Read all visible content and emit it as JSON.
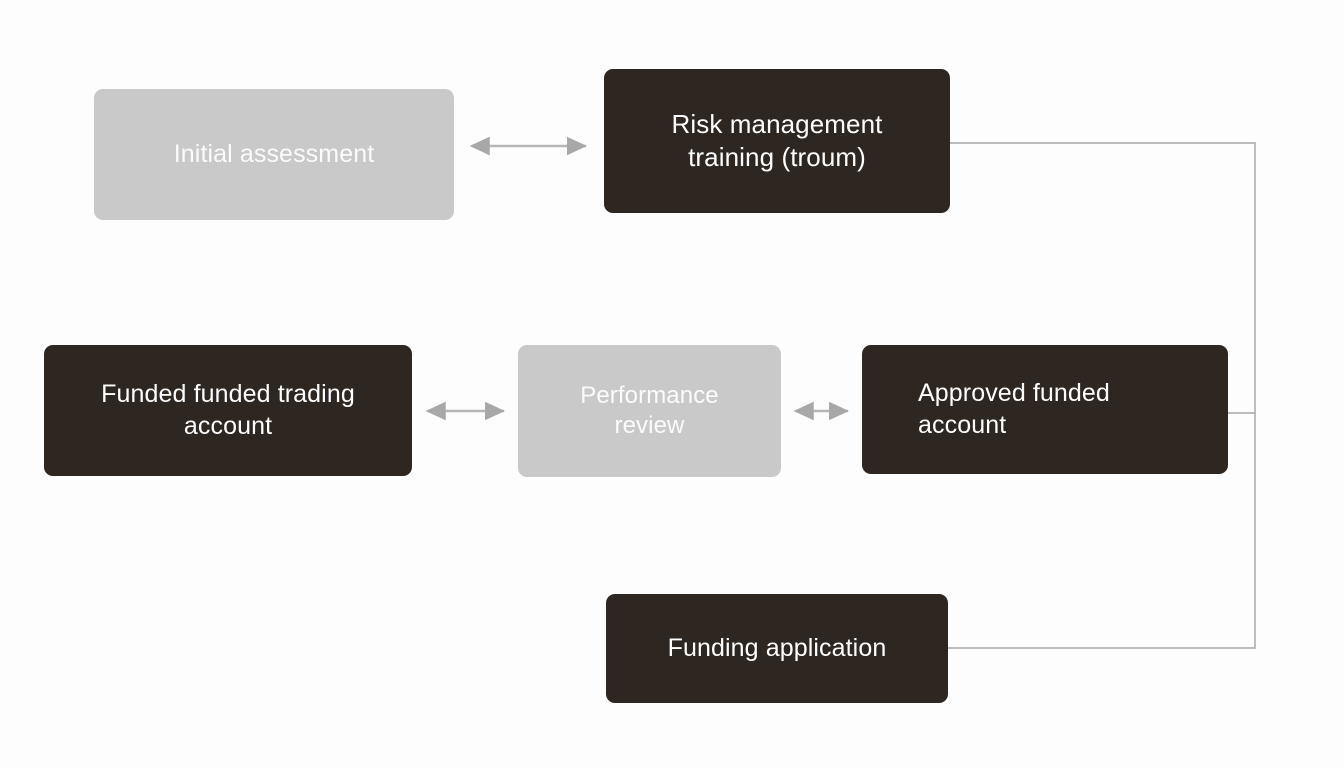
{
  "diagram": {
    "background_color": "#fdfdfd",
    "palette": {
      "dark_node": "#2e2621",
      "light_node": "#c9c9c9",
      "node_text": "#ffffff",
      "arrow": "#a8a8a8",
      "connector_line": "#b3b3b3"
    },
    "nodes": [
      {
        "id": "initial-assessment",
        "label": "Initial assessment",
        "style": "light",
        "align": "center"
      },
      {
        "id": "risk-management-training",
        "label": "Risk management\ntraining (troum)",
        "style": "dark",
        "align": "center"
      },
      {
        "id": "funded-trading-account",
        "label": "Funded funded trading\naccount",
        "style": "dark",
        "align": "center"
      },
      {
        "id": "performance-review",
        "label": "Performance\nreview",
        "style": "light",
        "align": "center"
      },
      {
        "id": "approved-funded-account",
        "label": "Approved funded\naccount",
        "style": "dark",
        "align": "left"
      },
      {
        "id": "funding-application",
        "label": "Funding application",
        "style": "dark",
        "align": "center"
      }
    ],
    "connectors": [
      {
        "id": "initial-assessment--risk-management-training",
        "from": "initial-assessment",
        "to": "risk-management-training",
        "kind": "bidirectional-arrow"
      },
      {
        "id": "funded-trading-account--performance-review",
        "from": "funded-trading-account",
        "to": "performance-review",
        "kind": "bidirectional-arrow"
      },
      {
        "id": "performance-review--approved-funded-account",
        "from": "performance-review",
        "to": "approved-funded-account",
        "kind": "bidirectional-arrow"
      },
      {
        "id": "risk-management-training--bus",
        "from": "risk-management-training",
        "to": "right-bus",
        "kind": "orthogonal-line"
      },
      {
        "id": "approved-funded-account--bus",
        "from": "approved-funded-account",
        "to": "right-bus",
        "kind": "orthogonal-line"
      },
      {
        "id": "funding-application--bus",
        "from": "funding-application",
        "to": "right-bus",
        "kind": "orthogonal-line"
      }
    ]
  }
}
